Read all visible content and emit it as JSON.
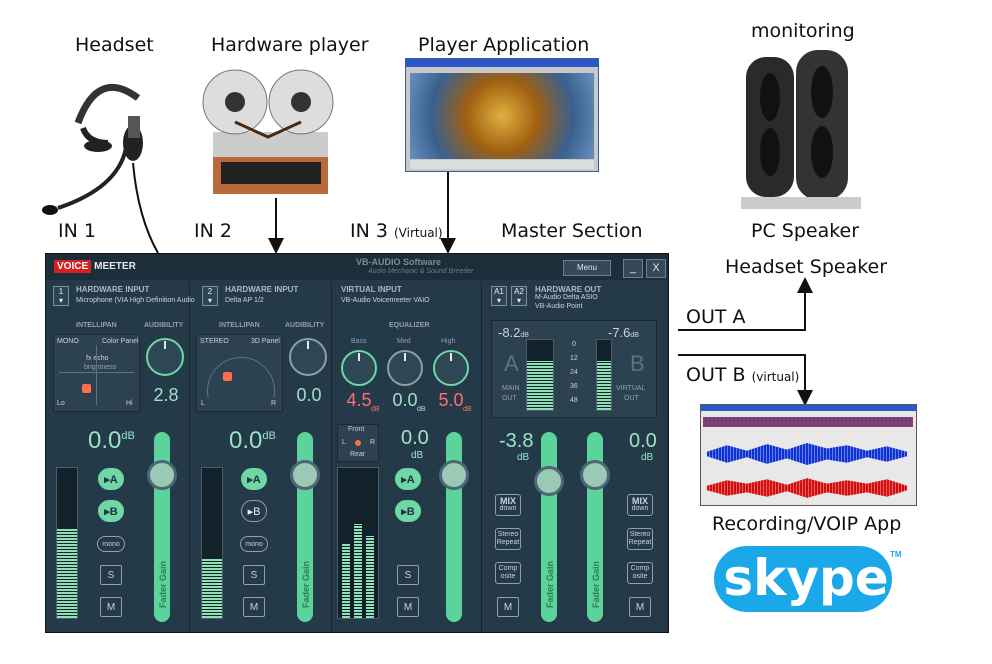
{
  "labels": {
    "headset": "Headset",
    "hardware_player": "Hardware player",
    "player_application": "Player Application",
    "monitoring": "monitoring",
    "in1": "IN 1",
    "in2": "IN 2",
    "in3": "IN 3",
    "in3_note": "(Virtual)",
    "master_section": "Master Section",
    "pc_speaker": "PC Speaker",
    "headset_speaker": "Headset Speaker",
    "out_a": "OUT A",
    "out_b": "OUT B",
    "out_b_note": "(virtual)",
    "recording_app": "Recording/VOIP  App",
    "skype": "skype",
    "skype_tm": "TM"
  },
  "mixer": {
    "logo_a": "VOICE",
    "logo_b": "MEETER",
    "brand": "VB-AUDIO Software",
    "brand_sub": "Audio Mechanic & Sound Breeder",
    "menu_label": "Menu",
    "min_label": "_",
    "close_label": "X",
    "strip1": {
      "num": "1",
      "title": "HARDWARE INPUT",
      "device": "Microphone (VIA High Definition Audio",
      "intellipan": "INTELLIPAN",
      "audibility": "AUDIBILITY",
      "mode": "MONO",
      "panel": "Color Panel",
      "fx1": "fx echo",
      "fx2": "brightness",
      "lo": "Lo",
      "hi": "Hi",
      "audibility_value": "2.8",
      "gain": "0.0",
      "gain_unit": "dB",
      "btn_a": "A",
      "btn_b": "B",
      "mono": "mono",
      "solo": "S",
      "mute": "M",
      "fader_label": "Fader Gain"
    },
    "strip2": {
      "num": "2",
      "title": "HARDWARE INPUT",
      "device": "Delta AP 1/2",
      "intellipan": "INTELLIPAN",
      "audibility": "AUDIBILITY",
      "mode": "STEREO",
      "panel": "3D Panel",
      "l": "L",
      "r": "R",
      "audibility_value": "0.0",
      "gain": "0.0",
      "gain_unit": "dB",
      "btn_a": "A",
      "btn_b": "B",
      "mono": "mono",
      "solo": "S",
      "mute": "M",
      "fader_label": "Fader Gain"
    },
    "strip3": {
      "title": "VIRTUAL INPUT",
      "device": "VB-Audio Voicemeeter VAIO",
      "equalizer": "EQUALIZER",
      "bass": "Bass",
      "med": "Med",
      "high": "High",
      "bass_value": "4.5",
      "med_value": "0.0",
      "high_value": "5.0",
      "eq_unit": "dB",
      "front": "Front",
      "rear": "Rear",
      "l": "L",
      "r": "R",
      "gain": "0.0",
      "gain_unit": "dB",
      "btn_a": "A",
      "btn_b": "B",
      "solo": "S",
      "mute": "M"
    },
    "master": {
      "a1": "A1",
      "a2": "A2",
      "title": "HARDWARE OUT",
      "device1": "M-Audio Delta ASIO",
      "device2": "VB-Audio Point",
      "level_a": "-8.2",
      "level_b": "-7.6",
      "level_unit": "dB",
      "scale": [
        "0",
        "12",
        "24",
        "36",
        "48"
      ],
      "big_a": "A",
      "big_b": "B",
      "main_out": "MAIN",
      "main_out2": "OUT",
      "virtual_out": "VIRTUAL",
      "virtual_out2": "OUT",
      "gain_a": "-3.8",
      "gain_b": "0.0",
      "gain_unit": "dB",
      "mix": "MIX",
      "mix_sub": "down",
      "stereo": "Stereo",
      "repeat": "Repeat",
      "comp": "Comp",
      "osite": "osite",
      "mute": "M",
      "fader_label": "Fader Gain"
    }
  },
  "colors": {
    "accent": "#6fd6a6",
    "panel_bg": "#243a48",
    "red": "#d42020"
  }
}
